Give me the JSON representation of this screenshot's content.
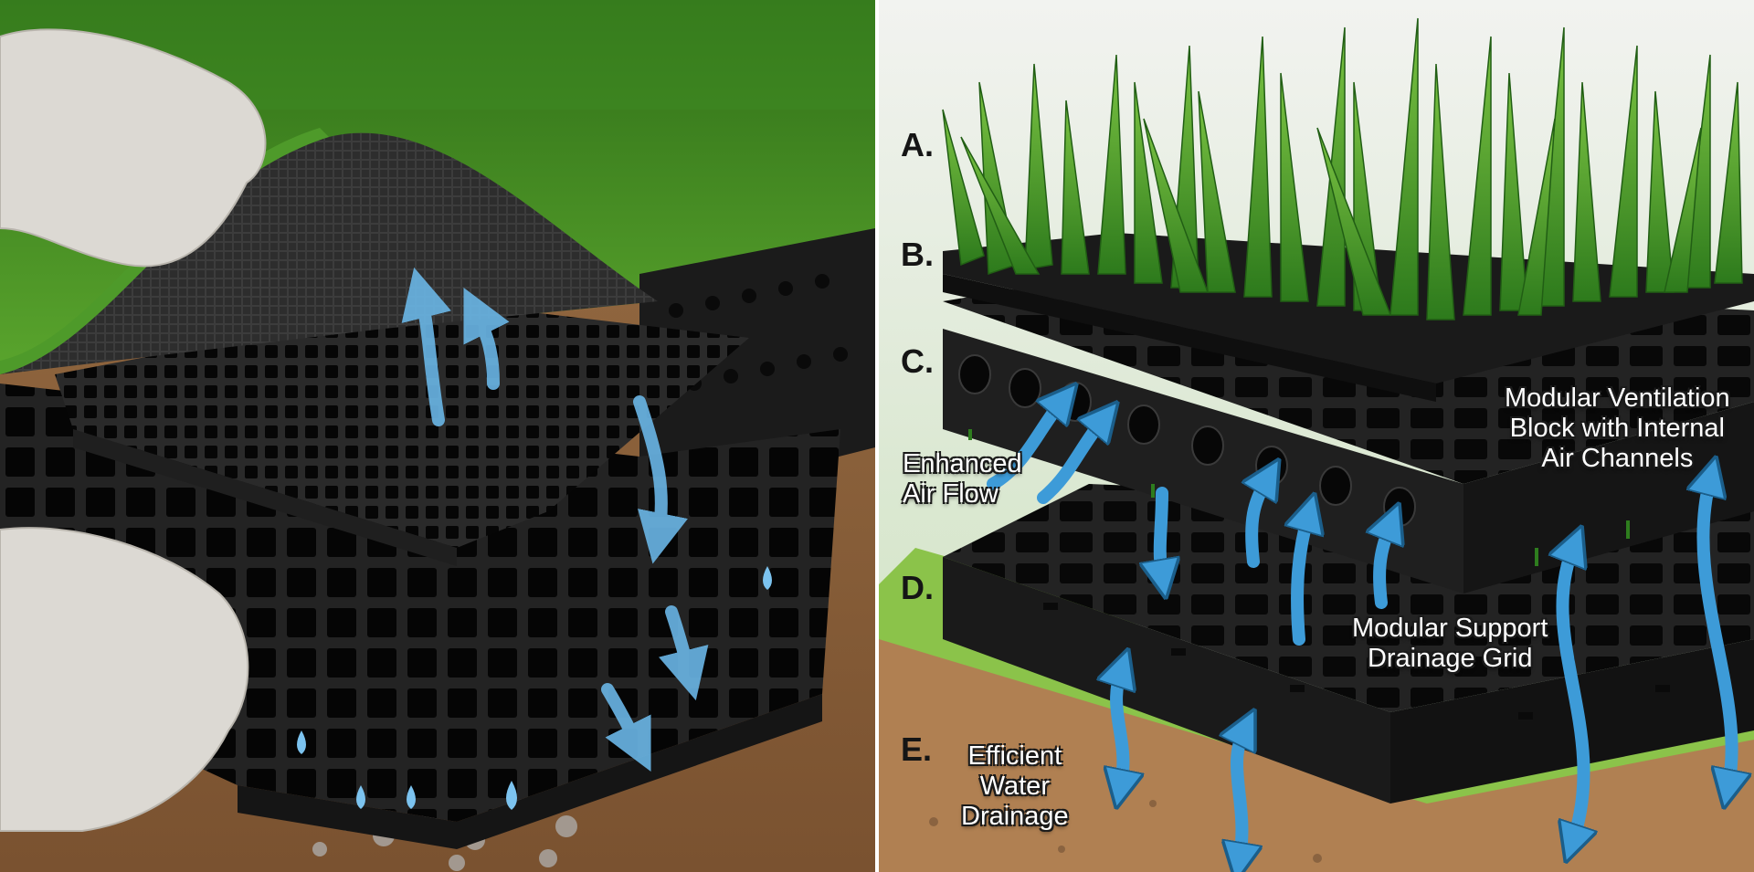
{
  "diagram": {
    "layers": [
      {
        "letter": "A."
      },
      {
        "letter": "B."
      },
      {
        "letter": "C."
      },
      {
        "letter": "D."
      },
      {
        "letter": "E."
      }
    ],
    "callouts": {
      "enhanced_air_flow": [
        "Enhanced",
        "Air Flow"
      ],
      "ventilation_block": [
        "Modular Ventilation",
        "Block with Internal",
        "Air Channels"
      ],
      "support_grid": [
        "Modular Support",
        "Drainage Grid"
      ],
      "water_drainage": [
        "Efficient",
        "Water",
        "Drainage"
      ]
    }
  },
  "colors": {
    "grass": "#3f8f22",
    "grid_plastic": "#1c1c1c",
    "arrow_blue": "#4aa6de",
    "soil": "#a8794c"
  }
}
